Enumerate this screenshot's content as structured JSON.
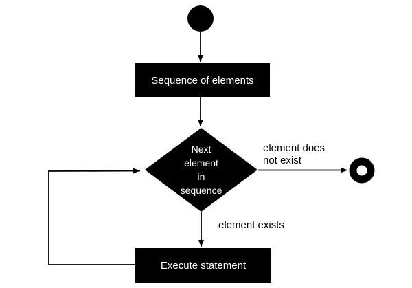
{
  "diagram": {
    "type": "activity-flowchart",
    "colors": {
      "background": "#ffffff",
      "node_fill": "#000000",
      "node_text": "#ffffff",
      "edge": "#000000",
      "edge_label_text": "#000000"
    },
    "nodes": {
      "initial": {
        "kind": "initial-node"
      },
      "sequence": {
        "label": "Sequence of elements"
      },
      "decision": {
        "label": "Next element in sequence",
        "lines": [
          "Next",
          "element",
          "in",
          "sequence"
        ]
      },
      "execute": {
        "label": "Execute statement"
      },
      "final": {
        "kind": "activity-final-node"
      }
    },
    "edge_labels": {
      "not_exist": {
        "lines": [
          "element does",
          "not exist"
        ]
      },
      "exists": {
        "label": "element exists"
      }
    }
  }
}
